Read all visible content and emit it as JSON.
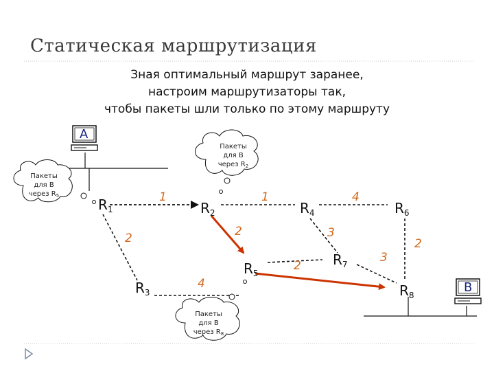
{
  "title": "Статическая маршрутизация",
  "subtitle": [
    "Зная оптимальный маршрут заранее,",
    "настроим маршрутизаторы так,",
    "чтобы пакеты шли только по этому маршруту"
  ],
  "hosts": [
    {
      "id": "A",
      "label": "A"
    },
    {
      "id": "B",
      "label": "B"
    }
  ],
  "routers": [
    {
      "id": "R1",
      "main": "R",
      "sub": "1"
    },
    {
      "id": "R2",
      "main": "R",
      "sub": "2"
    },
    {
      "id": "R3",
      "main": "R",
      "sub": "3"
    },
    {
      "id": "R4",
      "main": "R",
      "sub": "4"
    },
    {
      "id": "R5",
      "main": "R",
      "sub": "5"
    },
    {
      "id": "R6",
      "main": "R",
      "sub": "6"
    },
    {
      "id": "R7",
      "main": "R",
      "sub": "7"
    },
    {
      "id": "R8",
      "main": "R",
      "sub": "8"
    }
  ],
  "links": [
    {
      "from": "R1",
      "to": "R2",
      "weight": "1",
      "active": true
    },
    {
      "from": "R2",
      "to": "R4",
      "weight": "1",
      "active": false
    },
    {
      "from": "R4",
      "to": "R6",
      "weight": "4",
      "active": false
    },
    {
      "from": "R2",
      "to": "R5",
      "weight": "2",
      "active": true
    },
    {
      "from": "R4",
      "to": "R7",
      "weight": "3",
      "active": false
    },
    {
      "from": "R1",
      "to": "R3",
      "weight": "2",
      "active": false
    },
    {
      "from": "R3",
      "to": "R5",
      "weight": "4",
      "active": false
    },
    {
      "from": "R5",
      "to": "R7",
      "weight": "2",
      "active": false
    },
    {
      "from": "R7",
      "to": "R8",
      "weight": "3",
      "active": false
    },
    {
      "from": "R6",
      "to": "R8",
      "weight": "2",
      "active": false
    },
    {
      "from": "R5",
      "to": "R8",
      "weight": "",
      "active": true
    }
  ],
  "callouts": [
    {
      "id": "c1",
      "lines": [
        "Пакеты",
        "для B",
        "через R",
        "2"
      ]
    },
    {
      "id": "c2",
      "lines": [
        "Пакеты",
        "для B",
        "через R",
        "5"
      ]
    },
    {
      "id": "c3",
      "lines": [
        "Пакеты",
        "для B",
        "через R",
        "8"
      ]
    }
  ],
  "colors": {
    "path": "#cc3300",
    "dashed": "#111111",
    "weight": "#d2691e",
    "rule": "#c8c8c8"
  }
}
